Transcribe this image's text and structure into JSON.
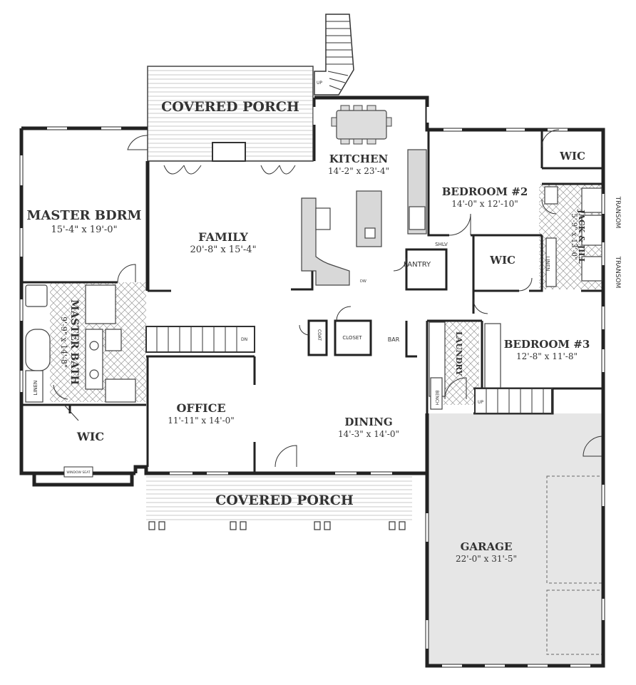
{
  "rooms": {
    "covered_porch_rear": {
      "name": "COVERED PORCH"
    },
    "kitchen": {
      "name": "KITCHEN",
      "dims": "14'-2\" x 23'-4\""
    },
    "master_bdrm": {
      "name": "MASTER BDRM",
      "dims": "15'-4\" x 19'-0\""
    },
    "family": {
      "name": "FAMILY",
      "dims": "20'-8\" x 15'-4\""
    },
    "bedroom2": {
      "name": "BEDROOM #2",
      "dims": "14'-0\" x 12'-10\""
    },
    "wic_bed2": {
      "name": "WIC"
    },
    "jack_jill": {
      "name": "JACK & JILL",
      "dims": "5'-9\" x 13'-0\""
    },
    "wic_center": {
      "name": "WIC"
    },
    "master_bath": {
      "name": "MASTER BATH",
      "dims": "9'-9\" x 14'-8\""
    },
    "bedroom3": {
      "name": "BEDROOM #3",
      "dims": "12'-8\" x 11'-8\""
    },
    "laundry": {
      "name": "LAUNDRY"
    },
    "office": {
      "name": "OFFICE",
      "dims": "11'-11\" x 14'-0\""
    },
    "dining": {
      "name": "DINING",
      "dims": "14'-3\" x 14'-0\""
    },
    "wic_master": {
      "name": "WIC"
    },
    "covered_porch_front": {
      "name": "COVERED PORCH"
    },
    "garage": {
      "name": "GARAGE",
      "dims": "22'-0\" x 31'-5\""
    }
  },
  "labels": {
    "pantry": "PANTRY",
    "shlv": "SHLV",
    "linen_jj": "LINEN",
    "linen_master": "LINEN",
    "coat": "COAT",
    "closet": "CLOSET",
    "bar": "BAR",
    "bench": "BENCH",
    "transom_top": "TRANSOM",
    "transom_bottom": "TRANSOM",
    "up_stair_rear": "UP",
    "up_stair_laundry": "UP",
    "dn": "DN",
    "window_seat": "WINDOW SEAT",
    "dw": "DW"
  }
}
